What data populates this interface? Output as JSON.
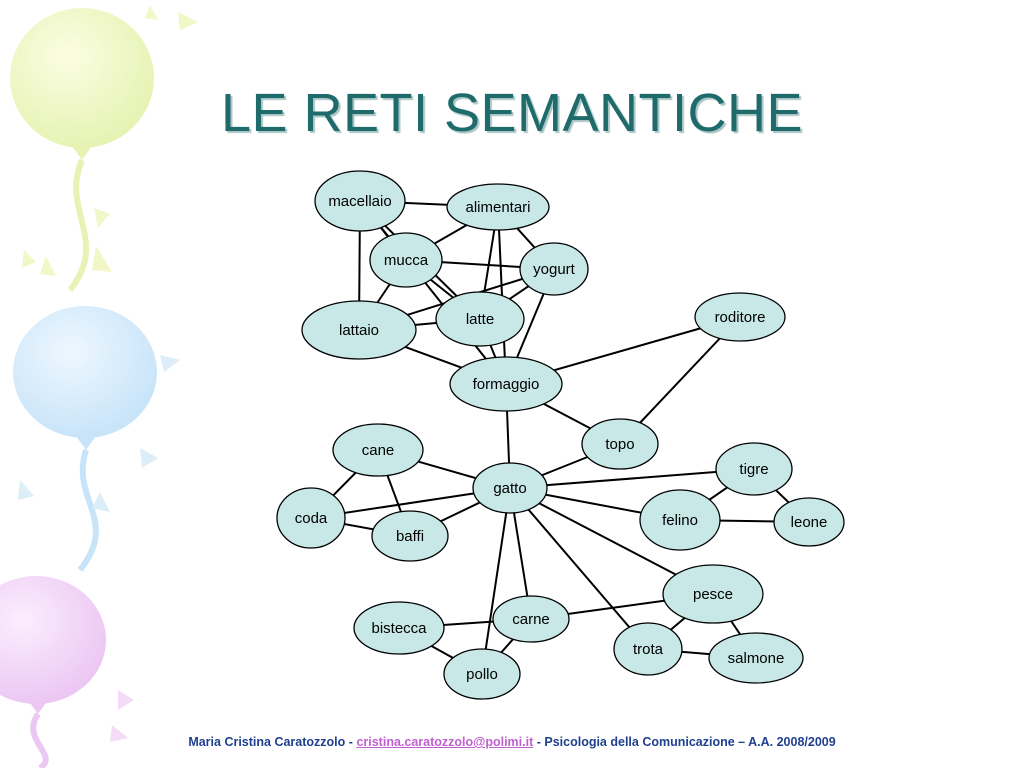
{
  "slide": {
    "title": "LE RETI SEMANTICHE"
  },
  "colors": {
    "title": "#1f6b6b",
    "node_fill": "#c8e8e8",
    "footer_text": "#1f3f8f",
    "footer_link": "#c060d0"
  },
  "network": {
    "nodes": [
      {
        "id": "macellaio",
        "label": "macellaio"
      },
      {
        "id": "alimentari",
        "label": "alimentari"
      },
      {
        "id": "mucca",
        "label": "mucca"
      },
      {
        "id": "yogurt",
        "label": "yogurt"
      },
      {
        "id": "lattaio",
        "label": "lattaio"
      },
      {
        "id": "latte",
        "label": "latte"
      },
      {
        "id": "roditore",
        "label": "roditore"
      },
      {
        "id": "formaggio",
        "label": "formaggio"
      },
      {
        "id": "topo",
        "label": "topo"
      },
      {
        "id": "cane",
        "label": "cane"
      },
      {
        "id": "gatto",
        "label": "gatto"
      },
      {
        "id": "tigre",
        "label": "tigre"
      },
      {
        "id": "coda",
        "label": "coda"
      },
      {
        "id": "felino",
        "label": "felino"
      },
      {
        "id": "leone",
        "label": "leone"
      },
      {
        "id": "baffi",
        "label": "baffi"
      },
      {
        "id": "pesce",
        "label": "pesce"
      },
      {
        "id": "carne",
        "label": "carne"
      },
      {
        "id": "bistecca",
        "label": "bistecca"
      },
      {
        "id": "trota",
        "label": "trota"
      },
      {
        "id": "salmone",
        "label": "salmone"
      },
      {
        "id": "pollo",
        "label": "pollo"
      }
    ],
    "edges": [
      [
        "macellaio",
        "alimentari"
      ],
      [
        "macellaio",
        "mucca"
      ],
      [
        "macellaio",
        "lattaio"
      ],
      [
        "macellaio",
        "latte"
      ],
      [
        "macellaio",
        "formaggio"
      ],
      [
        "alimentari",
        "mucca"
      ],
      [
        "alimentari",
        "latte"
      ],
      [
        "alimentari",
        "yogurt"
      ],
      [
        "alimentari",
        "formaggio"
      ],
      [
        "mucca",
        "yogurt"
      ],
      [
        "mucca",
        "latte"
      ],
      [
        "mucca",
        "lattaio"
      ],
      [
        "yogurt",
        "lattaio"
      ],
      [
        "yogurt",
        "latte"
      ],
      [
        "yogurt",
        "formaggio"
      ],
      [
        "lattaio",
        "latte"
      ],
      [
        "lattaio",
        "formaggio"
      ],
      [
        "latte",
        "formaggio"
      ],
      [
        "formaggio",
        "roditore"
      ],
      [
        "formaggio",
        "topo"
      ],
      [
        "formaggio",
        "gatto"
      ],
      [
        "roditore",
        "topo"
      ],
      [
        "topo",
        "gatto"
      ],
      [
        "gatto",
        "cane"
      ],
      [
        "gatto",
        "coda"
      ],
      [
        "gatto",
        "baffi"
      ],
      [
        "gatto",
        "tigre"
      ],
      [
        "gatto",
        "felino"
      ],
      [
        "gatto",
        "pesce"
      ],
      [
        "gatto",
        "trota"
      ],
      [
        "gatto",
        "carne"
      ],
      [
        "gatto",
        "pollo"
      ],
      [
        "cane",
        "coda"
      ],
      [
        "cane",
        "baffi"
      ],
      [
        "coda",
        "baffi"
      ],
      [
        "tigre",
        "felino"
      ],
      [
        "tigre",
        "leone"
      ],
      [
        "felino",
        "leone"
      ],
      [
        "pesce",
        "trota"
      ],
      [
        "pesce",
        "salmone"
      ],
      [
        "pesce",
        "carne"
      ],
      [
        "trota",
        "salmone"
      ],
      [
        "carne",
        "bistecca"
      ],
      [
        "carne",
        "pollo"
      ],
      [
        "bistecca",
        "pollo"
      ]
    ]
  },
  "footer": {
    "author": "Maria Cristina Caratozzolo",
    "separator1": "-",
    "email": "cristina.caratozzolo@polimi.it",
    "rest": "- Psicologia della Comunicazione – A.A. 2008/2009"
  }
}
